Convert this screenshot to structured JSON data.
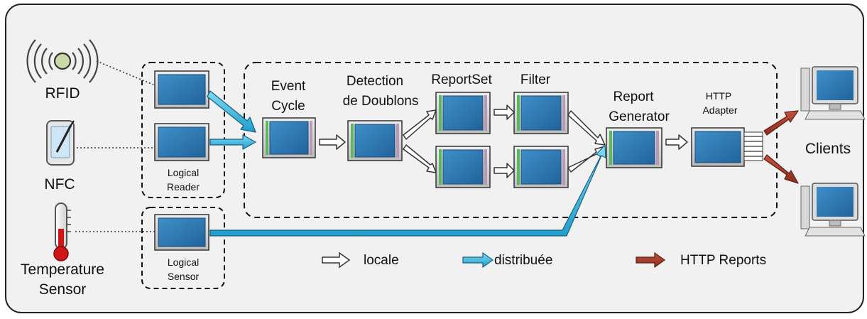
{
  "sources": {
    "rfid": "RFID",
    "nfc": "NFC",
    "temperature_line1": "Temperature",
    "temperature_line2": "Sensor"
  },
  "logical_reader": {
    "line1": "Logical",
    "line2": "Reader"
  },
  "logical_sensor": {
    "line1": "Logical",
    "line2": "Sensor"
  },
  "stages": {
    "event_cycle_line1": "Event",
    "event_cycle_line2": "Cycle",
    "detection_line1": "Detection",
    "detection_line2": "de Doublons",
    "reportset": "ReportSet",
    "filter": "Filter",
    "report_generator_line1": "Report",
    "report_generator_line2": "Generator",
    "http_adapter_line1": "HTTP",
    "http_adapter_line2": "Adapter"
  },
  "clients": "Clients",
  "legend": {
    "locale": "locale",
    "distribuee": "distribuée",
    "http_reports": "HTTP Reports"
  },
  "colors": {
    "panel_bg": "#f1f1f1",
    "module_blue": "#2f78b0",
    "module_frame": "#d8d8d8",
    "accent_green": "#5cb85c",
    "accent_mauve": "#b89ab8",
    "arrow_cyan": "#3ab8e0",
    "arrow_brown": "#a83c2a",
    "monitor_blue": "#2a6fb0"
  }
}
